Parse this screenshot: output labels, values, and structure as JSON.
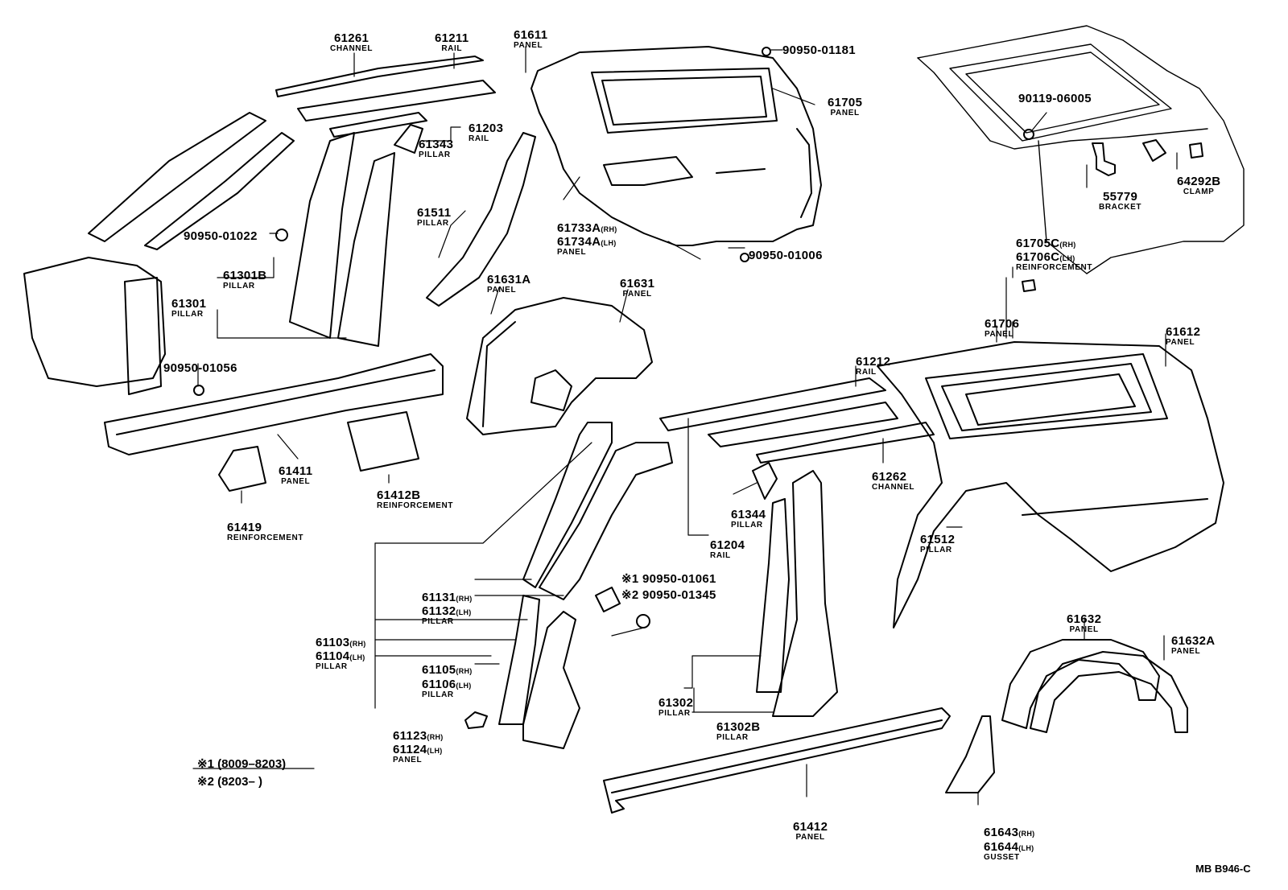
{
  "diagram_code": "MB B946-C",
  "notes": [
    {
      "mark": "※1",
      "text": "(8009–8203)"
    },
    {
      "mark": "※2",
      "text": "(8203–        )"
    }
  ],
  "parts": [
    {
      "num": "61261",
      "name": "CHANNEL"
    },
    {
      "num": "61211",
      "name": "RAIL"
    },
    {
      "num": "61611",
      "name": "PANEL"
    },
    {
      "num": "90950-01181",
      "name": ""
    },
    {
      "num": "61705",
      "name": "PANEL"
    },
    {
      "num": "61203",
      "name": "RAIL"
    },
    {
      "num": "61343",
      "name": "PILLAR"
    },
    {
      "num": "90950-01022",
      "name": ""
    },
    {
      "num": "61301B",
      "name": "PILLAR"
    },
    {
      "num": "61301",
      "name": "PILLAR"
    },
    {
      "num": "61511",
      "name": "PILLAR"
    },
    {
      "num": "61733A",
      "suffix": "(RH)",
      "name": ""
    },
    {
      "num": "61734A",
      "suffix": "(LH)",
      "name": "PANEL"
    },
    {
      "num": "90950-01006",
      "name": ""
    },
    {
      "num": "90119-06005",
      "name": ""
    },
    {
      "num": "64292B",
      "name": "CLAMP"
    },
    {
      "num": "55779",
      "name": "BRACKET"
    },
    {
      "num": "61705C",
      "suffix": "(RH)",
      "name": ""
    },
    {
      "num": "61706C",
      "suffix": "(LH)",
      "name": "REINFORCEMENT"
    },
    {
      "num": "61631A",
      "name": "PANEL"
    },
    {
      "num": "61631",
      "name": "PANEL"
    },
    {
      "num": "90950-01056",
      "name": ""
    },
    {
      "num": "61411",
      "name": "PANEL"
    },
    {
      "num": "61412B",
      "name": "REINFORCEMENT"
    },
    {
      "num": "61419",
      "name": "REINFORCEMENT"
    },
    {
      "num": "61706",
      "name": "PANEL"
    },
    {
      "num": "61612",
      "name": "PANEL"
    },
    {
      "num": "61212",
      "name": "RAIL"
    },
    {
      "num": "61262",
      "name": "CHANNEL"
    },
    {
      "num": "61344",
      "name": "PILLAR"
    },
    {
      "num": "61204",
      "name": "RAIL"
    },
    {
      "num": "61512",
      "name": "PILLAR"
    },
    {
      "num": "90950-01061",
      "mark": "※1",
      "name": ""
    },
    {
      "num": "90950-01345",
      "mark": "※2",
      "name": ""
    },
    {
      "num": "61131",
      "suffix": "(RH)",
      "name": ""
    },
    {
      "num": "61132",
      "suffix": "(LH)",
      "name": "PILLAR"
    },
    {
      "num": "61103",
      "suffix": "(RH)",
      "name": ""
    },
    {
      "num": "61104",
      "suffix": "(LH)",
      "name": "PILLAR"
    },
    {
      "num": "61105",
      "suffix": "(RH)",
      "name": ""
    },
    {
      "num": "61106",
      "suffix": "(LH)",
      "name": "PILLAR"
    },
    {
      "num": "61123",
      "suffix": "(RH)",
      "name": ""
    },
    {
      "num": "61124",
      "suffix": "(LH)",
      "name": "PANEL"
    },
    {
      "num": "61302",
      "name": "PILLAR"
    },
    {
      "num": "61302B",
      "name": "PILLAR"
    },
    {
      "num": "61632",
      "name": "PANEL"
    },
    {
      "num": "61632A",
      "name": "PANEL"
    },
    {
      "num": "61412",
      "name": "PANEL"
    },
    {
      "num": "61643",
      "suffix": "(RH)",
      "name": ""
    },
    {
      "num": "61644",
      "suffix": "(LH)",
      "name": "GUSSET"
    }
  ]
}
